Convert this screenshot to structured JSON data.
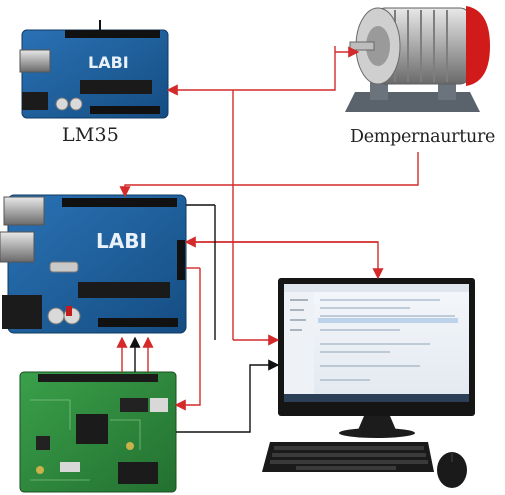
{
  "labels": {
    "sensor": "LM35",
    "motor": "Dempernaurture"
  },
  "boards": {
    "top_board_text": "LABI",
    "main_board_text": "LABI"
  },
  "icons": {
    "motor": "dc-motor-icon",
    "sensor_board": "arduino-board-icon",
    "main_board": "arduino-board-icon",
    "driver_board": "green-pcb-icon",
    "monitor": "monitor-icon",
    "keyboard": "keyboard-icon",
    "mouse": "mouse-icon"
  },
  "colors": {
    "board_blue": "#1f5f9e",
    "pcb_green": "#2f8a3c",
    "arrow_red": "#d42a2a",
    "arrow_black": "#111111",
    "motor_red": "#d11b1b"
  }
}
